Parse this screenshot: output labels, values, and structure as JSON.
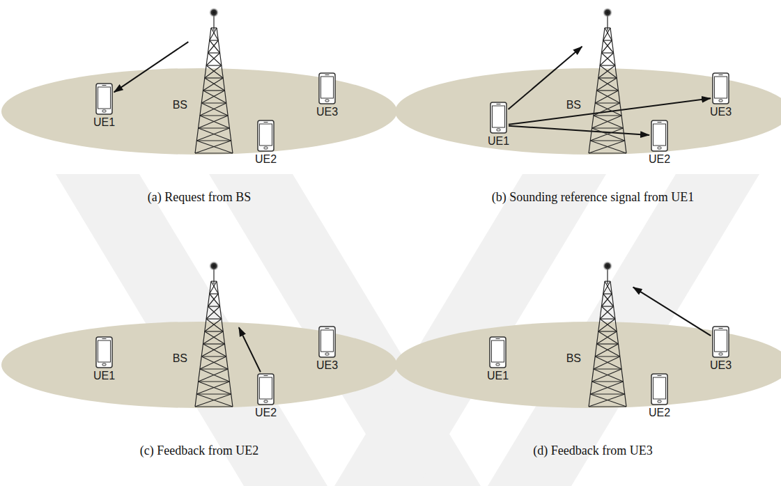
{
  "diagram": {
    "nodes": [
      {
        "text": [
          "BS"
        ]
      },
      {
        "text": [
          "UE1"
        ]
      },
      {
        "text": [
          "UE2"
        ]
      },
      {
        "text": [
          "UE3"
        ]
      },
      {
        "text": [
          "BS"
        ]
      },
      {
        "text": [
          "UE1"
        ]
      },
      {
        "text": [
          "UE2"
        ]
      },
      {
        "text": [
          "UE3"
        ]
      },
      {
        "text": [
          "BS"
        ]
      },
      {
        "text": [
          "UE1"
        ]
      },
      {
        "text": [
          "UE2"
        ]
      },
      {
        "text": [
          "UE3"
        ]
      },
      {
        "text": [
          "BS"
        ]
      },
      {
        "text": [
          "UE1"
        ]
      },
      {
        "text": [
          "UE2"
        ]
      },
      {
        "text": [
          "UE3"
        ]
      }
    ],
    "edges": [
      {
        "from": 0,
        "to": 1,
        "arrow": "to"
      },
      {
        "from": 5,
        "to": 4,
        "arrow": "to"
      },
      {
        "from": 5,
        "to": 7,
        "arrow": "to"
      },
      {
        "from": 5,
        "to": 6,
        "arrow": "to"
      },
      {
        "from": 10,
        "to": 8,
        "arrow": "to"
      },
      {
        "from": 15,
        "to": 12,
        "arrow": "to"
      }
    ],
    "labels": [
      "(a) Request from BS",
      "(b) Sounding reference signal from UE1",
      "(c) Feedback from UE2",
      "(d) Feedback from UE3"
    ]
  }
}
